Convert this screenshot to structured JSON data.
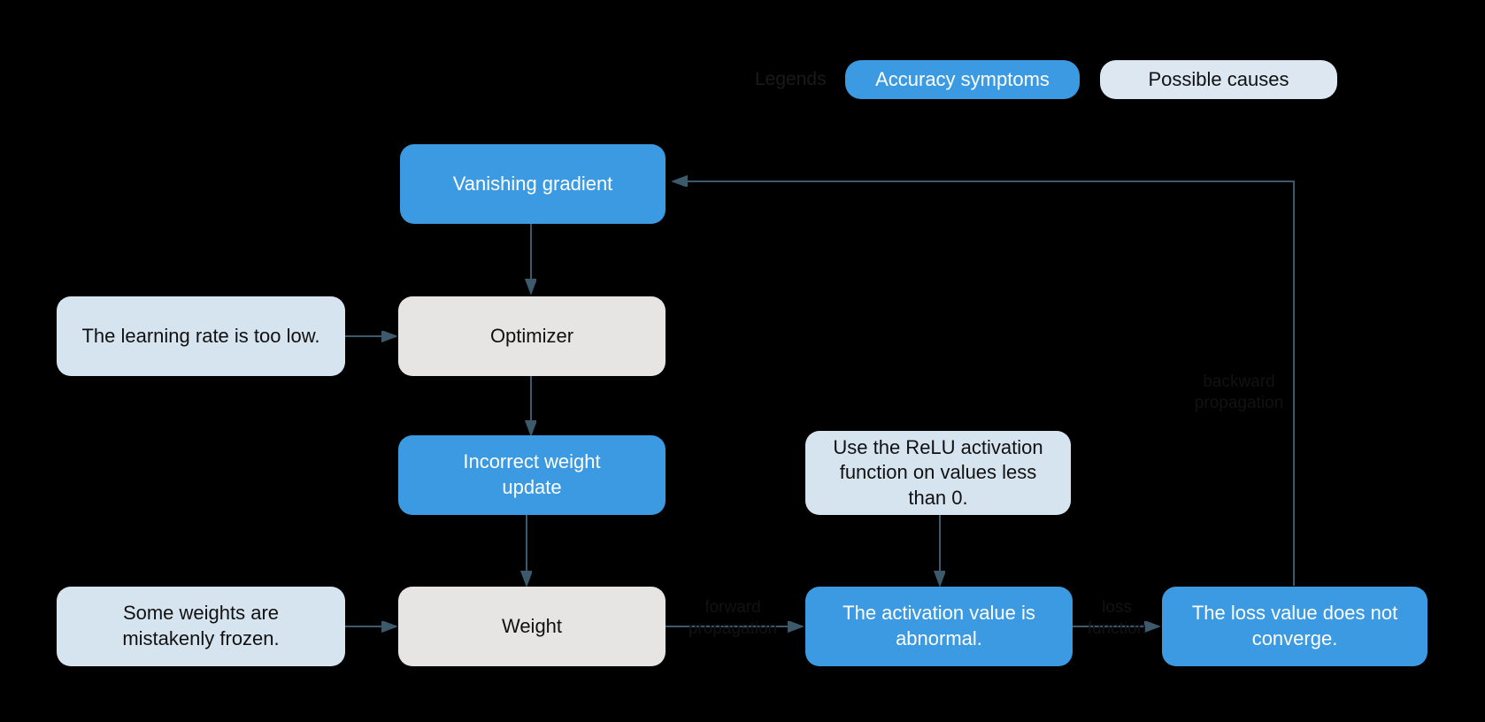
{
  "diagram": {
    "title_hidden_legend_label": "Legends",
    "type": "flowchart",
    "background_color": "#000000",
    "colors": {
      "symptom": "#3b9ae1",
      "cause": "#d6e4f0",
      "process": "#e6e5e4",
      "edge": "#3d5a6c",
      "symptom_text": "#ffffff",
      "cause_text": "#111111"
    }
  },
  "legend": {
    "label": "Legends",
    "items": [
      {
        "label": "Accuracy symptoms",
        "kind": "symptom"
      },
      {
        "label": "Possible causes",
        "kind": "cause"
      }
    ]
  },
  "nodes": [
    {
      "id": "vanishing-gradient",
      "label": "Vanishing gradient",
      "kind": "symptom"
    },
    {
      "id": "optimizer",
      "label": "Optimizer",
      "kind": "process"
    },
    {
      "id": "learning-rate-too-low",
      "label": "The learning rate is too low.",
      "kind": "cause"
    },
    {
      "id": "incorrect-weight-update",
      "label": "Incorrect weight\nupdate",
      "kind": "symptom"
    },
    {
      "id": "weight",
      "label": "Weight",
      "kind": "process"
    },
    {
      "id": "weights-frozen",
      "label": "Some weights are\nmistakenly frozen.",
      "kind": "cause"
    },
    {
      "id": "relu-activation",
      "label": "Use the ReLU activation\nfunction on values less\nthan 0.",
      "kind": "cause"
    },
    {
      "id": "activation-abnormal",
      "label": "The activation value is\nabnormal.",
      "kind": "symptom"
    },
    {
      "id": "loss-not-converge",
      "label": "The loss value does not\nconverge.",
      "kind": "symptom"
    }
  ],
  "edges": [
    {
      "from": "vanishing-gradient",
      "to": "optimizer",
      "label": ""
    },
    {
      "from": "learning-rate-too-low",
      "to": "optimizer",
      "label": ""
    },
    {
      "from": "optimizer",
      "to": "incorrect-weight-update",
      "label": ""
    },
    {
      "from": "incorrect-weight-update",
      "to": "weight",
      "label": ""
    },
    {
      "from": "weights-frozen",
      "to": "weight",
      "label": ""
    },
    {
      "from": "weight",
      "to": "activation-abnormal",
      "label": "forward\npropagation"
    },
    {
      "from": "relu-activation",
      "to": "activation-abnormal",
      "label": ""
    },
    {
      "from": "activation-abnormal",
      "to": "loss-not-converge",
      "label": "loss\nfunction"
    },
    {
      "from": "loss-not-converge",
      "to": "vanishing-gradient",
      "label": "backward\npropagation"
    }
  ],
  "edge_labels": {
    "forward_propagation": "forward\npropagation",
    "loss_function": "loss\nfunction",
    "backward_propagation": "backward\npropagation"
  }
}
